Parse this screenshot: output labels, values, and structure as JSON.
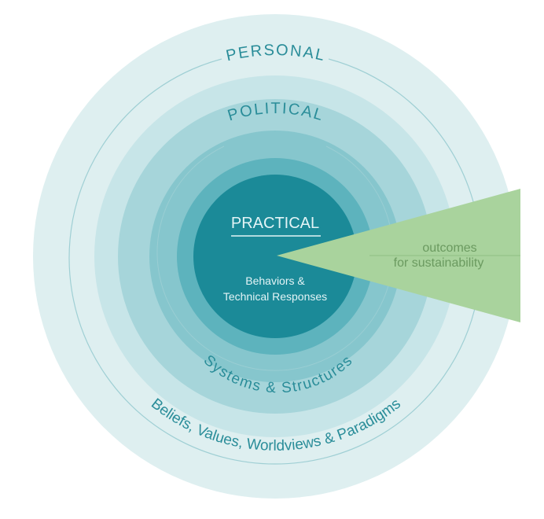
{
  "diagram": {
    "colors": {
      "outer_ring": "#deeff0",
      "ring2": "#c7e5e8",
      "ring3": "#a6d5da",
      "ring4": "#86c6cd",
      "ring5": "#5db3bd",
      "core": "#1b8a98",
      "guide_line": "#9fcfd4",
      "label_teal": "#2a8d99",
      "core_text": "#e3f4f6",
      "wedge_fill": "#a9d39d",
      "wedge_text": "#6b9a60",
      "wedge_line": "#8fbf84"
    },
    "labels": {
      "personal": "PERSONAL",
      "political": "POLITICAL",
      "practical": "PRACTICAL",
      "core_line1": "Behaviors &",
      "core_line2": "Technical Responses",
      "systems": "Systems & Structures",
      "beliefs": "Beliefs, Values, Worldviews & Paradigms",
      "outcomes_line1": "outcomes",
      "outcomes_line2": "for sustainability"
    }
  }
}
